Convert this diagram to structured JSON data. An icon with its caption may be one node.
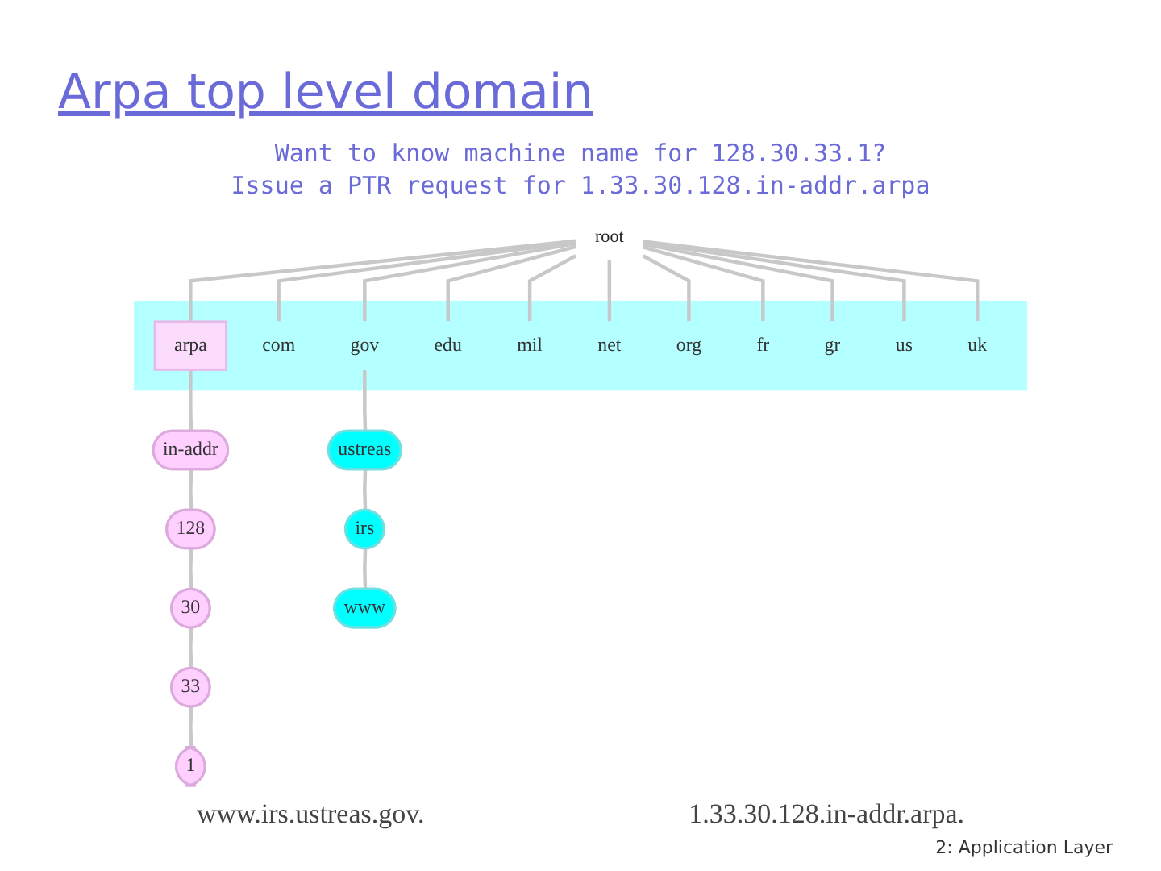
{
  "diagram": {
    "title": "Arpa top level domain",
    "nodes": [
      {
        "text": [
          "root"
        ]
      },
      {
        "text": [],
        "shape": "bar"
      },
      {
        "text": [
          "arpa"
        ],
        "in": 1
      },
      {
        "text": [
          "com"
        ],
        "in": 1
      },
      {
        "text": [
          "gov"
        ],
        "in": 1
      },
      {
        "text": [
          "edu"
        ],
        "in": 1
      },
      {
        "text": [
          "mil"
        ],
        "in": 1
      },
      {
        "text": [
          "net"
        ],
        "in": 1
      },
      {
        "text": [
          "org"
        ],
        "in": 1
      },
      {
        "text": [
          "fr"
        ],
        "in": 1
      },
      {
        "text": [
          "gr"
        ],
        "in": 1
      },
      {
        "text": [
          "us"
        ],
        "in": 1
      },
      {
        "text": [
          "uk"
        ],
        "in": 1
      },
      {
        "text": [
          "in-addr"
        ]
      },
      {
        "text": [
          "128"
        ]
      },
      {
        "text": [
          "30"
        ]
      },
      {
        "text": [
          "33"
        ]
      },
      {
        "text": [
          "1"
        ]
      },
      {
        "text": [
          "ustreas"
        ]
      },
      {
        "text": [
          "irs"
        ]
      },
      {
        "text": [
          "www"
        ]
      }
    ],
    "edges": [
      {
        "from": 0,
        "to": 2,
        "arrow": "none"
      },
      {
        "from": 0,
        "to": 3,
        "arrow": "none"
      },
      {
        "from": 0,
        "to": 4,
        "arrow": "none"
      },
      {
        "from": 0,
        "to": 5,
        "arrow": "none"
      },
      {
        "from": 0,
        "to": 6,
        "arrow": "none"
      },
      {
        "from": 0,
        "to": 7,
        "arrow": "none"
      },
      {
        "from": 0,
        "to": 8,
        "arrow": "none"
      },
      {
        "from": 0,
        "to": 9,
        "arrow": "none"
      },
      {
        "from": 0,
        "to": 10,
        "arrow": "none"
      },
      {
        "from": 0,
        "to": 11,
        "arrow": "none"
      },
      {
        "from": 0,
        "to": 12,
        "arrow": "none"
      },
      {
        "from": 2,
        "to": 13,
        "arrow": "none"
      },
      {
        "from": 13,
        "to": 14,
        "arrow": "none"
      },
      {
        "from": 14,
        "to": 15,
        "arrow": "none"
      },
      {
        "from": 15,
        "to": 16,
        "arrow": "none"
      },
      {
        "from": 16,
        "to": 17,
        "arrow": "none"
      },
      {
        "from": 4,
        "to": 18,
        "arrow": "none"
      },
      {
        "from": 18,
        "to": 19,
        "arrow": "none"
      },
      {
        "from": 19,
        "to": 20,
        "arrow": "none"
      }
    ],
    "labels": [
      "Want to know machine name for 128.30.33.1?",
      "Issue a PTR request for 1.33.30.128.in-addr.arpa",
      "www.irs.ustreas.gov.",
      "1.33.30.128.in-addr.arpa.",
      "2: Application Layer"
    ]
  }
}
